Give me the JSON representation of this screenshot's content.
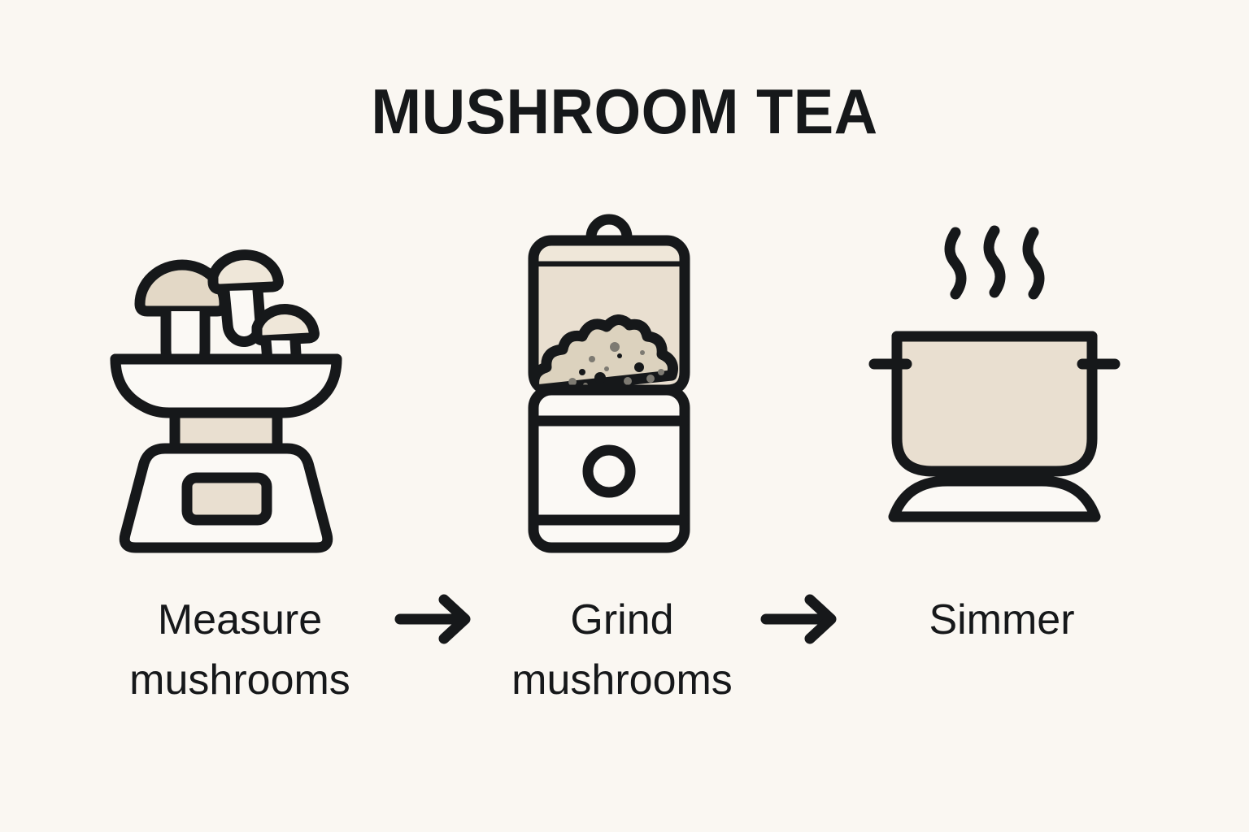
{
  "page": {
    "title": "MUSHROOM TEA",
    "background_color": "#FAF7F2",
    "ink_color": "#16181A",
    "beige_color": "#E9DFD0",
    "cream_color": "#EFE7D9",
    "white_fill": "#FBF9F5",
    "speckle_color": "#7D7A72"
  },
  "steps": [
    {
      "index": "1",
      "icon": "kitchen-scale-with-mushrooms-icon",
      "caption": "Measure\nmushrooms",
      "caption_line1": "Measure",
      "caption_line2": "mushrooms"
    },
    {
      "index": "2",
      "icon": "grinder-with-ground-mushrooms-icon",
      "caption": "Grind\nmushrooms",
      "caption_line1": "Grind",
      "caption_line2": "mushrooms"
    },
    {
      "index": "3",
      "icon": "simmering-pot-icon",
      "caption": "Simmer",
      "caption_line1": "Simmer",
      "caption_line2": ""
    }
  ],
  "arrows": [
    {
      "name": "arrow-step1-to-step2",
      "direction": "right"
    },
    {
      "name": "arrow-step2-to-step3",
      "direction": "right"
    }
  ]
}
